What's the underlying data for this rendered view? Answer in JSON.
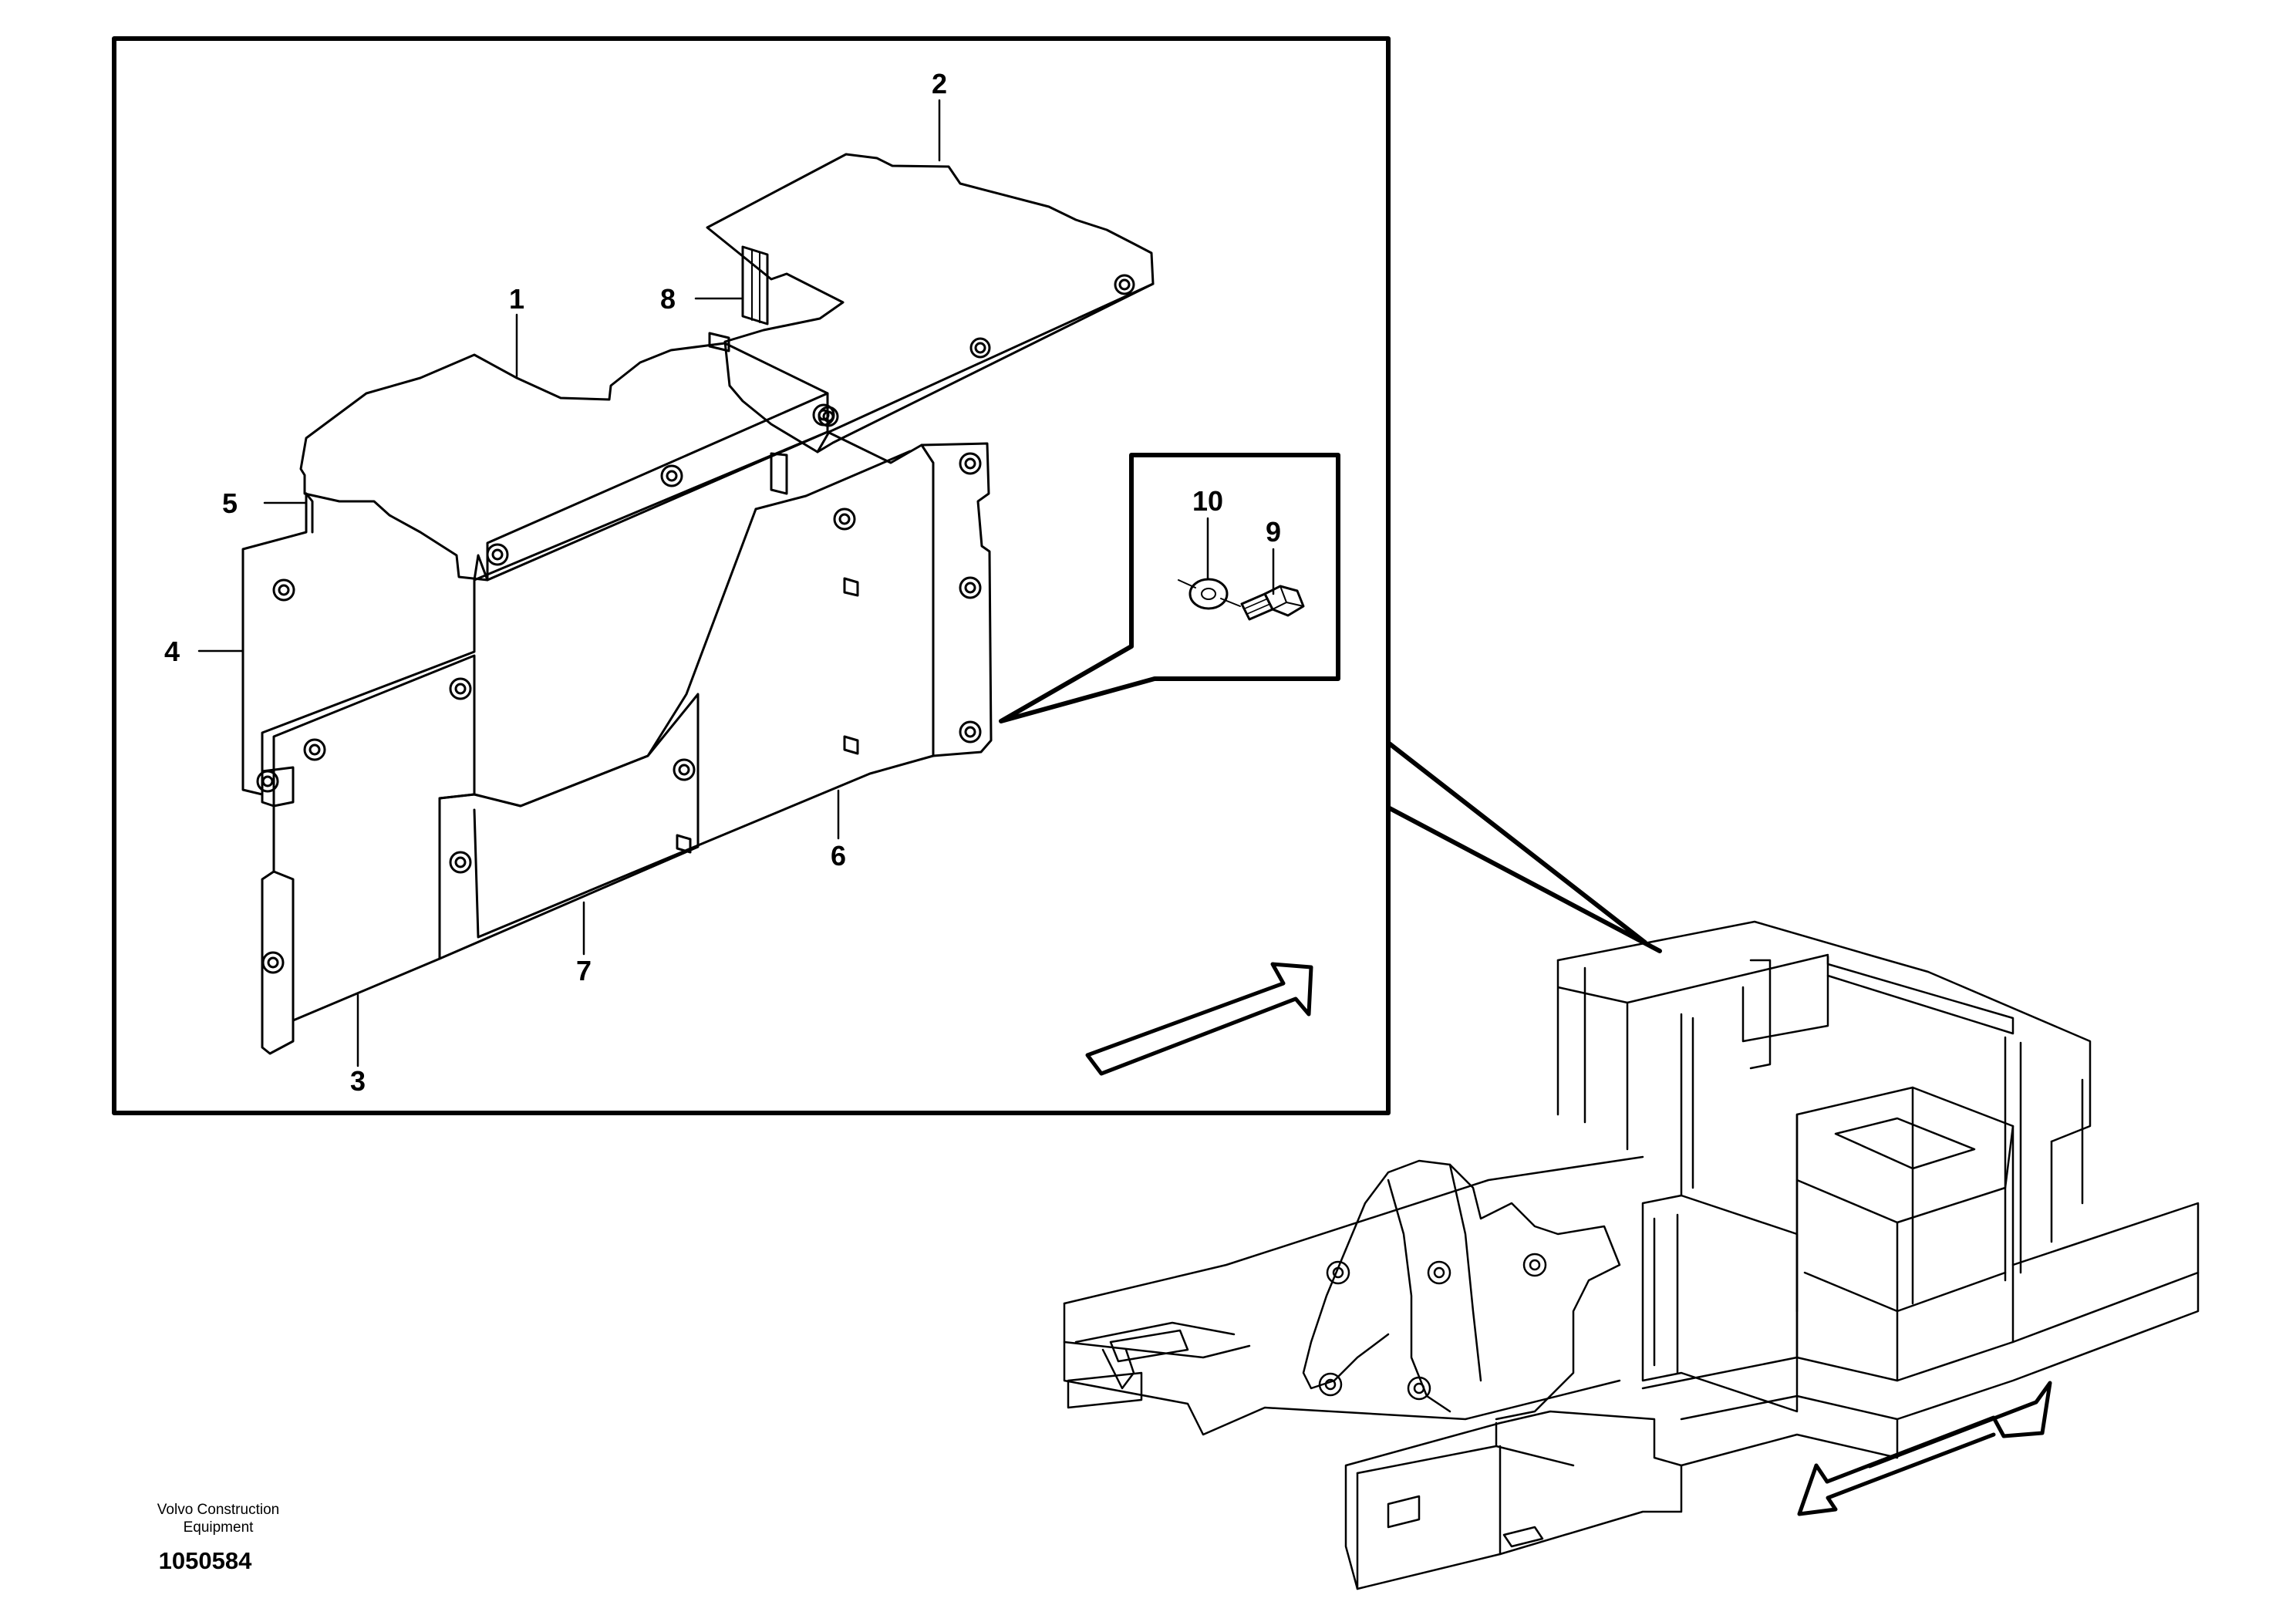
{
  "callouts": {
    "c1": "1",
    "c2": "2",
    "c3": "3",
    "c4": "4",
    "c5": "5",
    "c6": "6",
    "c7": "7",
    "c8": "8",
    "c9": "9",
    "c10": "10"
  },
  "footer": {
    "maker_line1": "Volvo Construction",
    "maker_line2": "Equipment",
    "drawing_number": "1050584"
  },
  "colors": {
    "ink": "#000000",
    "paper": "#ffffff"
  }
}
